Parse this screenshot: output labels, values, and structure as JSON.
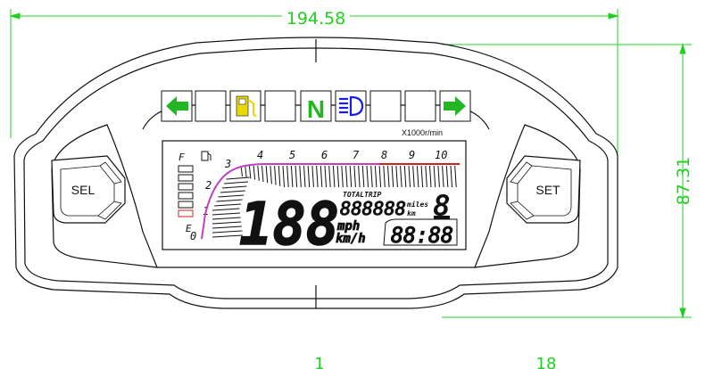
{
  "dimensions": {
    "width_label": "194.58",
    "height_label": "87.31",
    "bottom_labels": [
      "1",
      "18"
    ]
  },
  "indicators": [
    {
      "name": "left-turn-arrow",
      "color": "#22b722"
    },
    {
      "name": "blank",
      "color": ""
    },
    {
      "name": "fuel-pump",
      "color": "#e8d800"
    },
    {
      "name": "blank",
      "color": ""
    },
    {
      "name": "neutral",
      "text": "N",
      "color": "#22b722"
    },
    {
      "name": "high-beam",
      "color": "#1a1aff"
    },
    {
      "name": "blank",
      "color": ""
    },
    {
      "name": "blank",
      "color": ""
    },
    {
      "name": "right-turn-arrow",
      "color": "#22b722"
    }
  ],
  "buttons": {
    "sel_label": "SEL",
    "set_label": "SET"
  },
  "lcd": {
    "rpm_unit": "X1000r/min",
    "rpm_scale": [
      "0",
      "1",
      "2",
      "3",
      "4",
      "5",
      "6",
      "7",
      "8",
      "9",
      "10"
    ],
    "fuel_full": "F",
    "fuel_empty": "E",
    "speed_digits": "188",
    "trip_label": "TOTALTRIP",
    "odo_digits": "888888",
    "odo_unit_miles": "miles",
    "odo_unit_km": "km",
    "gear_digit": "8",
    "speed_unit_mph": "mph",
    "speed_unit_kmh": "km/h",
    "clock": "88:88"
  },
  "colors": {
    "dimension": "#21d021",
    "rpm_line": "#c040c0",
    "redline": "#cc2222",
    "fuel_warning": "#cc2222",
    "outline": "#111111"
  }
}
